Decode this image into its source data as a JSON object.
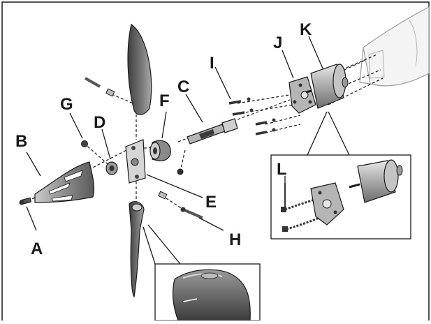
{
  "labels": {
    "a": "A",
    "b": "B",
    "d": "D",
    "e": "E",
    "f": "F",
    "g": "G",
    "h": "H",
    "i": "I",
    "j": "J",
    "k": "K",
    "l": "L",
    "c": "C"
  },
  "colors": {
    "ink": "#1a1a1a",
    "part_dark": "#555555",
    "part_mid": "#8a8a8a",
    "part_light": "#cfcfcf",
    "inset_bg": "#ffffff"
  }
}
